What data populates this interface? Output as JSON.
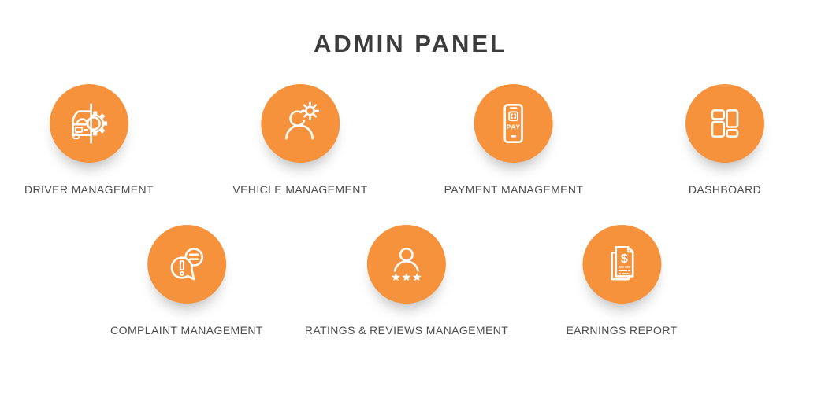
{
  "title": "ADMIN PANEL",
  "theme": {
    "accent": "#F6923C",
    "icon_stroke": "#FFFFFF",
    "title_color": "#3C3C3C",
    "label_color": "#4D4D4D",
    "background": "#FFFFFF"
  },
  "items": [
    {
      "label": "DRIVER MANAGEMENT",
      "icon": "car-gear-icon"
    },
    {
      "label": "VEHICLE MANAGEMENT",
      "icon": "person-gear-icon"
    },
    {
      "label": "PAYMENT MANAGEMENT",
      "icon": "phone-pay-icon",
      "icon_text": "PAY"
    },
    {
      "label": "DASHBOARD",
      "icon": "dashboard-grid-icon"
    },
    {
      "label": "COMPLAINT MANAGEMENT",
      "icon": "chat-bubbles-complaint-icon"
    },
    {
      "label": "RATINGS & REVIEWS MANAGEMENT",
      "icon": "person-stars-icon"
    },
    {
      "label": "EARNINGS REPORT",
      "icon": "dollar-document-icon",
      "icon_text": "$"
    }
  ]
}
